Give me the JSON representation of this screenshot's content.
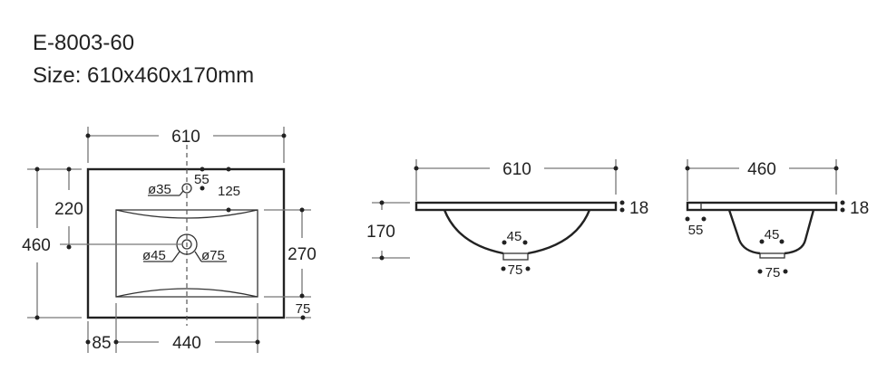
{
  "header": {
    "model": "E-8003-60",
    "size": "Size: 610x460x170mm"
  },
  "top_view": {
    "width": "610",
    "depth": "460",
    "faucet_offset": "220",
    "basin_depth": "270",
    "front_margin": "75",
    "side_margin": "85",
    "basin_width": "440",
    "faucet_hole": "ø35",
    "faucet_back": "55",
    "faucet_to_basin": "125",
    "drain_inner": "ø45",
    "drain_outer": "ø75"
  },
  "front_view": {
    "width": "610",
    "height": "170",
    "thickness": "18",
    "drain_inner": "45",
    "drain_outer": "75"
  },
  "side_view": {
    "depth": "460",
    "thickness": "18",
    "overflow": "55",
    "drain_inner": "45",
    "drain_outer": "75"
  }
}
